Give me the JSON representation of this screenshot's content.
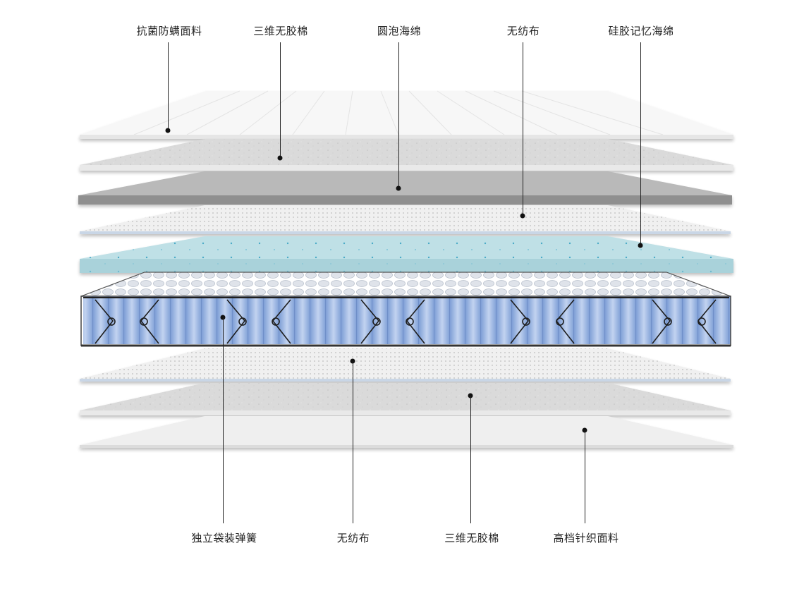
{
  "labels_top": [
    {
      "id": "antibacterial-fabric",
      "text": "抗菌防螨面料"
    },
    {
      "id": "3d-cotton-top",
      "text": "三维无胶棉"
    },
    {
      "id": "round-foam",
      "text": "圆泡海绵"
    },
    {
      "id": "nonwoven-top",
      "text": "无纺布"
    },
    {
      "id": "memory-foam",
      "text": "硅胶记忆海绵"
    }
  ],
  "labels_bottom": [
    {
      "id": "pocket-springs",
      "text": "独立袋装弹簧"
    },
    {
      "id": "nonwoven-bottom",
      "text": "无纺布"
    },
    {
      "id": "3d-cotton-bottom",
      "text": "三维无胶棉"
    },
    {
      "id": "knit-fabric",
      "text": "高档针织面料"
    }
  ],
  "colors": {
    "fabric_white": "#f4f4f4",
    "felt_gray": "#d6d6d6",
    "foam_gray": "#9a9a9a",
    "memory_blue": "#a9d4dc",
    "spring_blue": "#8fb0e0",
    "line": "#222222"
  }
}
